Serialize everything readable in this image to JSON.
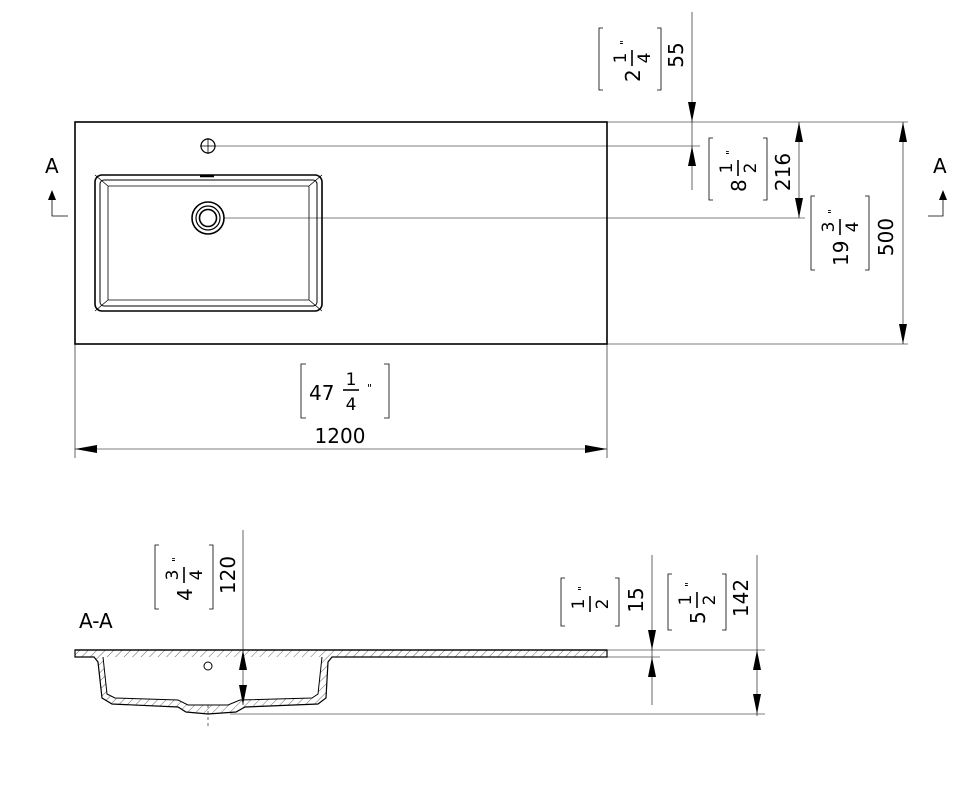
{
  "top_view": {
    "width_mm": "1200",
    "width_in_whole": "47",
    "width_in_num": "1",
    "width_in_den": "4",
    "depth_mm": "500",
    "depth_in_whole": "19",
    "depth_in_num": "3",
    "depth_in_den": "4",
    "faucet_offset_mm": "55",
    "faucet_offset_in_whole": "2",
    "faucet_offset_in_num": "1",
    "faucet_offset_in_den": "4",
    "drain_offset_mm": "216",
    "drain_offset_in_whole": "8",
    "drain_offset_in_num": "1",
    "drain_offset_in_den": "2",
    "section_mark": "A"
  },
  "section_view": {
    "label": "A-A",
    "basin_depth_mm": "120",
    "basin_depth_in_whole": "4",
    "basin_depth_in_num": "3",
    "basin_depth_in_den": "4",
    "slab_thickness_mm": "15",
    "slab_thickness_in_num": "1",
    "slab_thickness_in_den": "2",
    "total_height_mm": "142",
    "total_height_in_whole": "5",
    "total_height_in_num": "1",
    "total_height_in_den": "2"
  },
  "inch_mark": "\""
}
